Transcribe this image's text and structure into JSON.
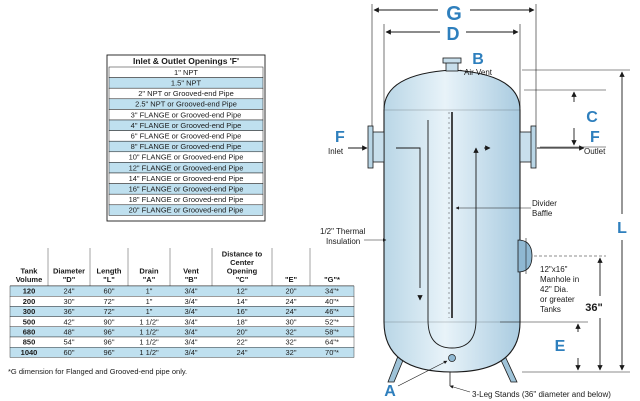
{
  "openings": {
    "title": "Inlet & Outlet Openings 'F'",
    "rows": [
      "1\" NPT",
      "1.5\" NPT",
      "2\" NPT or Grooved-end Pipe",
      "2.5\" NPT or Grooved-end Pipe",
      "3\" FLANGE or Grooved-end Pipe",
      "4\" FLANGE or Grooved-end Pipe",
      "6\" FLANGE or Grooved-end Pipe",
      "8\" FLANGE or Grooved-end Pipe",
      "10\" FLANGE or Grooved-end Pipe",
      "12\" FLANGE or Grooved-end Pipe",
      "14\" FLANGE or Grooved-end Pipe",
      "16\" FLANGE or Grooved-end Pipe",
      "18\" FLANGE or Grooved-end Pipe",
      "20\" FLANGE or Grooved-end Pipe"
    ]
  },
  "dimensions": {
    "headers": [
      [
        "Tank",
        "Volume"
      ],
      [
        "Diameter",
        "\"D\""
      ],
      [
        "Length",
        "\"L\""
      ],
      [
        "Drain",
        "\"A\""
      ],
      [
        "Vent",
        "\"B\""
      ],
      [
        "Distance to",
        "Center",
        "Opening",
        "\"C\""
      ],
      [
        "\"E\""
      ],
      [
        "\"G\"*"
      ]
    ],
    "rows": [
      [
        "120",
        "24\"",
        "60\"",
        "1\"",
        "3/4\"",
        "12\"",
        "20\"",
        "34\"*"
      ],
      [
        "200",
        "30\"",
        "72\"",
        "1\"",
        "3/4\"",
        "14\"",
        "24\"",
        "40\"*"
      ],
      [
        "300",
        "36\"",
        "72\"",
        "1\"",
        "3/4\"",
        "16\"",
        "24\"",
        "46\"*"
      ],
      [
        "500",
        "42\"",
        "90\"",
        "1 1/2\"",
        "3/4\"",
        "18\"",
        "30\"",
        "52\"*"
      ],
      [
        "680",
        "48\"",
        "96\"",
        "1 1/2\"",
        "3/4\"",
        "20\"",
        "32\"",
        "58\"*"
      ],
      [
        "850",
        "54\"",
        "96\"",
        "1 1/2\"",
        "3/4\"",
        "22\"",
        "32\"",
        "64\"*"
      ],
      [
        "1040",
        "60\"",
        "96\"",
        "1 1/2\"",
        "3/4\"",
        "24\"",
        "32\"",
        "70\"*"
      ]
    ],
    "footnote": "*G dimension for Flanged and Grooved-end pipe only."
  },
  "labels": {
    "g": "G",
    "d": "D",
    "b": "B",
    "air_vent": "Air Vent",
    "c": "C",
    "f_left": "F",
    "inlet": "Inlet",
    "f_right": "F",
    "outlet": "Outlet",
    "divider_1": "Divider",
    "divider_2": "Baffle",
    "thermal_1": "1/2\" Thermal",
    "thermal_2": "Insulation",
    "l": "L",
    "manhole_1": "12\"x16\"",
    "manhole_2": "Manhole in",
    "manhole_3": "42\" Dia.",
    "manhole_4": "or greater",
    "manhole_5": "Tanks",
    "thirty_six": "36\"",
    "e": "E",
    "a": "A",
    "stands": "3-Leg Stands (36\" diameter and below)"
  },
  "colors": {
    "tank_fill": "#dcecf4",
    "accent": "#2e7fbd",
    "row_blue": "#bfe0ef"
  }
}
